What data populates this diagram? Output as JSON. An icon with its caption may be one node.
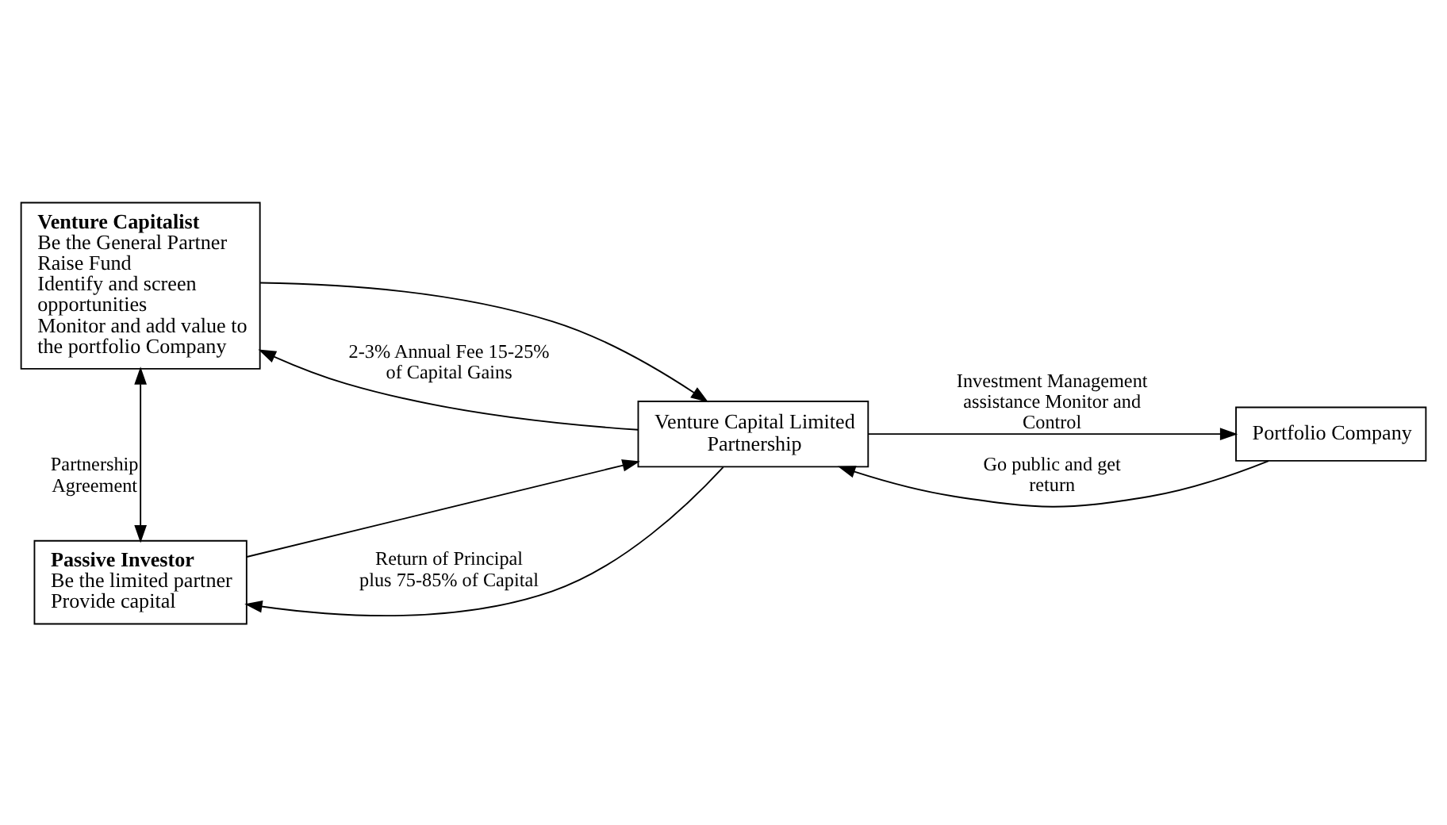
{
  "diagram": {
    "nodes": [
      {
        "text": [
          "Venture Capitalist",
          "Be the General Partner",
          "Raise Fund",
          "Identify and screen opportunities",
          "Monitor and add value to the portfolio Company"
        ]
      },
      {
        "text": [
          "Passive Investor",
          "Be the limited partner",
          "Provide capital"
        ]
      },
      {
        "text": [
          "Venture Capital Limited Partnership"
        ]
      },
      {
        "text": [
          "Portfolio Company"
        ]
      }
    ],
    "edges": [
      {
        "from": 0,
        "to": 2,
        "arrow": "to"
      },
      {
        "from": 2,
        "to": 0,
        "arrow": "to",
        "label": "2-3% Annual Fee 15-25% of Capital Gains"
      },
      {
        "from": 0,
        "to": 1,
        "arrow": "both",
        "label": "Partnership Agreement"
      },
      {
        "from": 1,
        "to": 2,
        "arrow": "to"
      },
      {
        "from": 2,
        "to": 1,
        "arrow": "to",
        "label": "Return of Principal plus 75-85% of Capital"
      },
      {
        "from": 2,
        "to": 3,
        "arrow": "to",
        "label": "Investment Management assistance Monitor and Control"
      },
      {
        "from": 3,
        "to": 2,
        "arrow": "to",
        "label": "Go public and get return"
      }
    ]
  }
}
